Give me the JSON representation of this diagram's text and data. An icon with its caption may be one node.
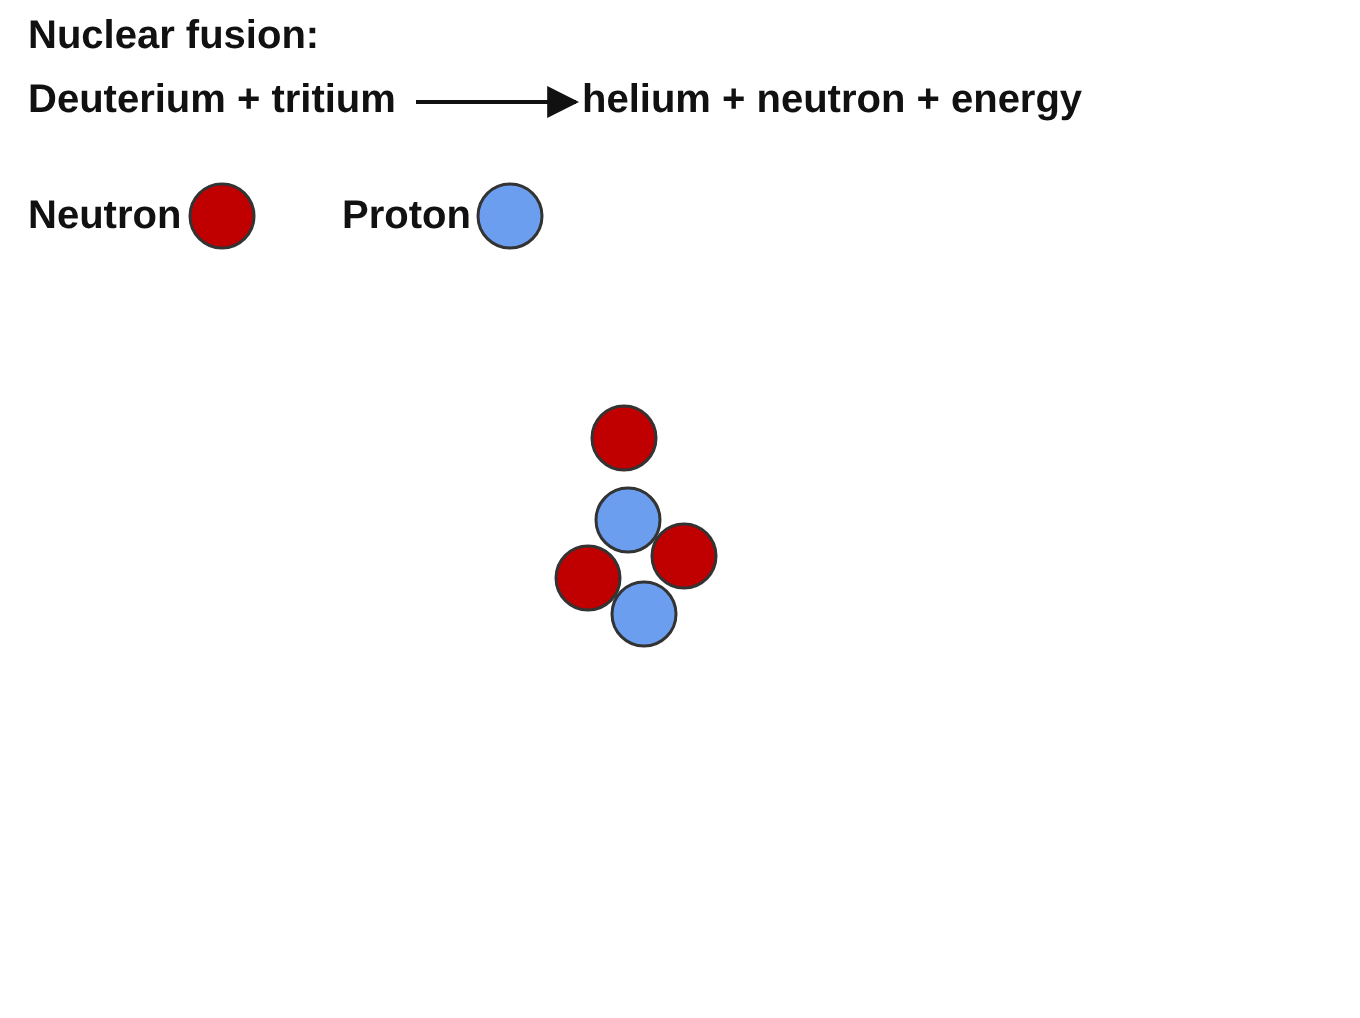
{
  "diagram": {
    "title": "Nuclear fusion:",
    "nodes": [
      {
        "text": [
          "Deuterium + tritium"
        ]
      },
      {
        "text": [
          "helium + neutron + energy"
        ]
      }
    ],
    "edges": [
      {
        "from": 0,
        "to": 1,
        "arrow": "to"
      }
    ],
    "legend": [
      {
        "text": "Neutron",
        "color": "#c00000"
      },
      {
        "text": "Proton",
        "color": "#6c9ef0"
      }
    ]
  }
}
